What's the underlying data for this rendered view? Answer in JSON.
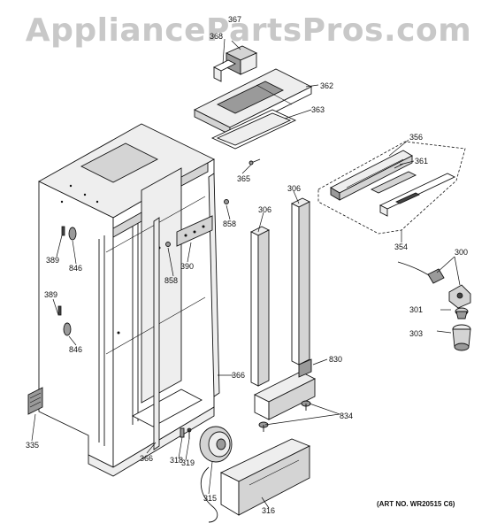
{
  "watermark": "AppliancePartsPros.com",
  "art_number": "(ART NO. WR20515 C6)",
  "parts": [
    {
      "id": "367"
    },
    {
      "id": "368"
    },
    {
      "id": "362"
    },
    {
      "id": "363"
    },
    {
      "id": "365"
    },
    {
      "id": "356"
    },
    {
      "id": "361"
    },
    {
      "id": "354"
    },
    {
      "id": "306"
    },
    {
      "id": "306"
    },
    {
      "id": "858"
    },
    {
      "id": "858"
    },
    {
      "id": "390"
    },
    {
      "id": "389"
    },
    {
      "id": "846"
    },
    {
      "id": "389"
    },
    {
      "id": "846"
    },
    {
      "id": "300"
    },
    {
      "id": "301"
    },
    {
      "id": "303"
    },
    {
      "id": "830"
    },
    {
      "id": "834"
    },
    {
      "id": "366"
    },
    {
      "id": "366"
    },
    {
      "id": "335"
    },
    {
      "id": "318"
    },
    {
      "id": "319"
    },
    {
      "id": "315"
    },
    {
      "id": "316"
    }
  ]
}
